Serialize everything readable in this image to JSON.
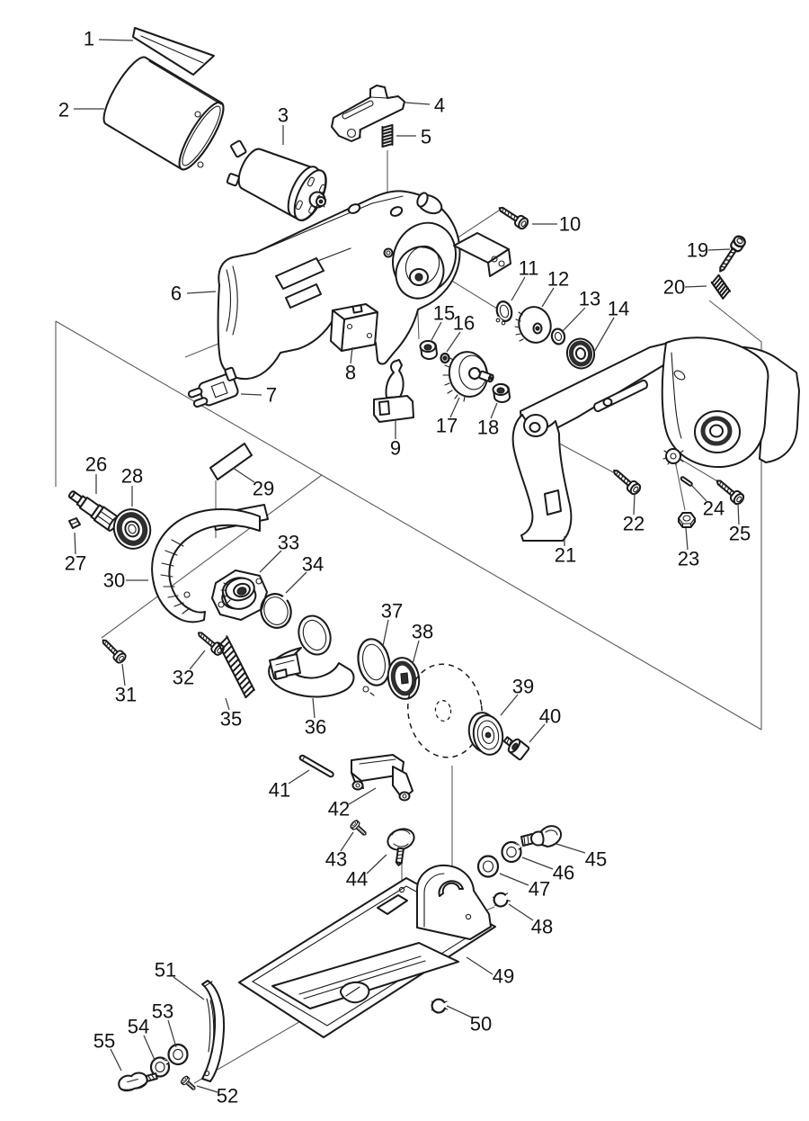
{
  "page": {
    "background": "#ffffff",
    "ink": "#1a1a1a",
    "leader_color": "#3a3a3a"
  },
  "diagram": {
    "type": "exploded-parts-diagram",
    "label_font_size": 22,
    "parts": [
      {
        "num": "1",
        "label": [
          99,
          43
        ],
        "leader": [
          [
            110,
            44
          ],
          [
            148,
            45
          ]
        ]
      },
      {
        "num": "2",
        "label": [
          71,
          122
        ],
        "leader": [
          [
            82,
            121
          ],
          [
            116,
            121
          ]
        ]
      },
      {
        "num": "3",
        "label": [
          315,
          128
        ],
        "leader": [
          [
            315,
            139
          ],
          [
            315,
            161
          ]
        ]
      },
      {
        "num": "4",
        "label": [
          489,
          117
        ],
        "leader": [
          [
            478,
            116
          ],
          [
            451,
            114
          ]
        ]
      },
      {
        "num": "5",
        "label": [
          474,
          152
        ],
        "leader": [
          [
            463,
            151
          ],
          [
            441,
            151
          ]
        ]
      },
      {
        "num": "6",
        "label": [
          196,
          326
        ],
        "leader": [
          [
            208,
            326
          ],
          [
            240,
            324
          ]
        ]
      },
      {
        "num": "7",
        "label": [
          302,
          439
        ],
        "leader": [
          [
            291,
            439
          ],
          [
            268,
            438
          ]
        ]
      },
      {
        "num": "8",
        "label": [
          390,
          414
        ],
        "leader": [
          [
            390,
            404
          ],
          [
            392,
            386
          ]
        ]
      },
      {
        "num": "9",
        "label": [
          440,
          498
        ],
        "leader": [
          [
            440,
            488
          ],
          [
            440,
            467
          ]
        ]
      },
      {
        "num": "10",
        "label": [
          634,
          249
        ],
        "leader": [
          [
            620,
            249
          ],
          [
            592,
            249
          ]
        ]
      },
      {
        "num": "11",
        "label": [
          588,
          298
        ],
        "leader": [
          [
            584,
            308
          ],
          [
            569,
            334
          ]
        ]
      },
      {
        "num": "12",
        "label": [
          621,
          310
        ],
        "leader": [
          [
            616,
            320
          ],
          [
            603,
            341
          ]
        ]
      },
      {
        "num": "13",
        "label": [
          656,
          332
        ],
        "leader": [
          [
            651,
            342
          ],
          [
            625,
            369
          ]
        ]
      },
      {
        "num": "14",
        "label": [
          688,
          343
        ],
        "leader": [
          [
            683,
            353
          ],
          [
            661,
            391
          ]
        ]
      },
      {
        "num": "15",
        "label": [
          494,
          348
        ],
        "leader": [
          [
            491,
            358
          ],
          [
            480,
            378
          ]
        ]
      },
      {
        "num": "16",
        "label": [
          516,
          359
        ],
        "leader": [
          [
            512,
            369
          ],
          [
            497,
            391
          ]
        ]
      },
      {
        "num": "17",
        "label": [
          497,
          473
        ],
        "leader": [
          [
            501,
            464
          ],
          [
            511,
            442
          ]
        ]
      },
      {
        "num": "18",
        "label": [
          543,
          475
        ],
        "leader": [
          [
            546,
            465
          ],
          [
            553,
            448
          ]
        ]
      },
      {
        "num": "19",
        "label": [
          776,
          278
        ],
        "leader": [
          [
            788,
            278
          ],
          [
            812,
            277
          ]
        ]
      },
      {
        "num": "20",
        "label": [
          750,
          319
        ],
        "leader": [
          [
            762,
            319
          ],
          [
            786,
            318
          ]
        ]
      },
      {
        "num": "21",
        "label": [
          629,
          617
        ],
        "leader": [
          [
            628,
            607
          ],
          [
            628,
            596
          ]
        ]
      },
      {
        "num": "22",
        "label": [
          705,
          582
        ],
        "leader": [
          [
            705,
            572
          ],
          [
            706,
            549
          ]
        ]
      },
      {
        "num": "23",
        "label": [
          766,
          621
        ],
        "leader": [
          [
            765,
            611
          ],
          [
            763,
            587
          ]
        ]
      },
      {
        "num": "24",
        "label": [
          794,
          565
        ],
        "leader": [
          [
            786,
            557
          ],
          [
            770,
            540
          ]
        ]
      },
      {
        "num": "25",
        "label": [
          823,
          593
        ],
        "leader": [
          [
            822,
            583
          ],
          [
            821,
            560
          ]
        ]
      },
      {
        "num": "26",
        "label": [
          107,
          516
        ],
        "leader": [
          [
            107,
            527
          ],
          [
            107,
            549
          ]
        ]
      },
      {
        "num": "27",
        "label": [
          84,
          626
        ],
        "leader": [
          [
            84,
            616
          ],
          [
            83,
            592
          ]
        ]
      },
      {
        "num": "28",
        "label": [
          147,
          529
        ],
        "leader": [
          [
            147,
            540
          ],
          [
            147,
            563
          ]
        ]
      },
      {
        "num": "29",
        "label": [
          293,
          543
        ],
        "leader": [
          [
            283,
            536
          ],
          [
            259,
            520
          ]
        ]
      },
      {
        "num": "30",
        "label": [
          127,
          645
        ],
        "leader": [
          [
            140,
            645
          ],
          [
            165,
            645
          ]
        ]
      },
      {
        "num": "31",
        "label": [
          140,
          772
        ],
        "leader": [
          [
            139,
            762
          ],
          [
            136,
            738
          ]
        ]
      },
      {
        "num": "32",
        "label": [
          204,
          753
        ],
        "leader": [
          [
            211,
            744
          ],
          [
            228,
            723
          ]
        ]
      },
      {
        "num": "33",
        "label": [
          321,
          603
        ],
        "leader": [
          [
            313,
            612
          ],
          [
            289,
            636
          ]
        ]
      },
      {
        "num": "34",
        "label": [
          348,
          627
        ],
        "leader": [
          [
            341,
            636
          ],
          [
            318,
            659
          ]
        ]
      },
      {
        "num": "35",
        "label": [
          257,
          799
        ],
        "leader": [
          [
            255,
            789
          ],
          [
            251,
            776
          ]
        ]
      },
      {
        "num": "36",
        "label": [
          351,
          808
        ],
        "leader": [
          [
            350,
            798
          ],
          [
            348,
            776
          ]
        ]
      },
      {
        "num": "37",
        "label": [
          436,
          679
        ],
        "leader": [
          [
            432,
            689
          ],
          [
            426,
            718
          ]
        ]
      },
      {
        "num": "38",
        "label": [
          470,
          702
        ],
        "leader": [
          [
            466,
            712
          ],
          [
            459,
            738
          ]
        ]
      },
      {
        "num": "39",
        "label": [
          582,
          763
        ],
        "leader": [
          [
            576,
            772
          ],
          [
            557,
            795
          ]
        ]
      },
      {
        "num": "40",
        "label": [
          612,
          796
        ],
        "leader": [
          [
            606,
            805
          ],
          [
            589,
            825
          ]
        ]
      },
      {
        "num": "41",
        "label": [
          311,
          878
        ],
        "leader": [
          [
            321,
            871
          ],
          [
            344,
            856
          ]
        ]
      },
      {
        "num": "42",
        "label": [
          377,
          899
        ],
        "leader": [
          [
            388,
            894
          ],
          [
            418,
            876
          ]
        ]
      },
      {
        "num": "43",
        "label": [
          374,
          955
        ],
        "leader": [
          [
            379,
            946
          ],
          [
            393,
            925
          ]
        ]
      },
      {
        "num": "44",
        "label": [
          397,
          977
        ],
        "leader": [
          [
            408,
            971
          ],
          [
            430,
            950
          ]
        ]
      },
      {
        "num": "45",
        "label": [
          663,
          955
        ],
        "leader": [
          [
            651,
            948
          ],
          [
            619,
            938
          ]
        ]
      },
      {
        "num": "46",
        "label": [
          627,
          970
        ],
        "leader": [
          [
            615,
            966
          ],
          [
            581,
            953
          ]
        ]
      },
      {
        "num": "47",
        "label": [
          600,
          988
        ],
        "leader": [
          [
            588,
            984
          ],
          [
            556,
            971
          ]
        ]
      },
      {
        "num": "48",
        "label": [
          603,
          1030
        ],
        "leader": [
          [
            593,
            1023
          ],
          [
            566,
            1005
          ]
        ]
      },
      {
        "num": "49",
        "label": [
          560,
          1085
        ],
        "leader": [
          [
            548,
            1083
          ],
          [
            519,
            1064
          ]
        ]
      },
      {
        "num": "50",
        "label": [
          535,
          1138
        ],
        "leader": [
          [
            525,
            1131
          ],
          [
            497,
            1118
          ]
        ]
      },
      {
        "num": "51",
        "label": [
          184,
          1078
        ],
        "leader": [
          [
            193,
            1086
          ],
          [
            227,
            1111
          ]
        ]
      },
      {
        "num": "52",
        "label": [
          253,
          1218
        ],
        "leader": [
          [
            242,
            1214
          ],
          [
            219,
            1207
          ]
        ]
      },
      {
        "num": "53",
        "label": [
          181,
          1124
        ],
        "leader": [
          [
            187,
            1134
          ],
          [
            196,
            1164
          ]
        ]
      },
      {
        "num": "54",
        "label": [
          154,
          1141
        ],
        "leader": [
          [
            160,
            1151
          ],
          [
            172,
            1178
          ]
        ]
      },
      {
        "num": "55",
        "label": [
          116,
          1157
        ],
        "leader": [
          [
            123,
            1166
          ],
          [
            135,
            1190
          ]
        ]
      }
    ]
  }
}
